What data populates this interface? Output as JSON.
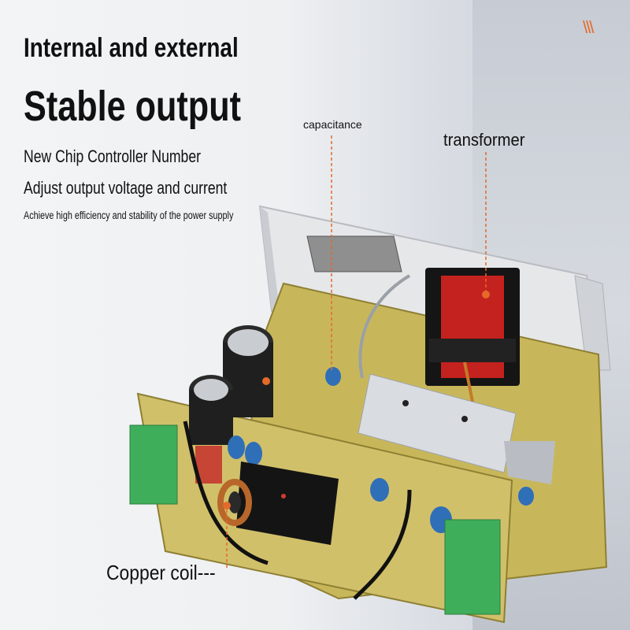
{
  "headline": {
    "line1": "Internal and external",
    "line2": "Stable output"
  },
  "features": [
    "New Chip Controller Number",
    "Adjust output voltage and current",
    "Achieve high efficiency and stability of the power supply"
  ],
  "callouts": {
    "capacitance": "capacitance",
    "transformer": "transformer",
    "copper_coil": "Copper coil---"
  },
  "decor": {
    "slashes": "\\\\\\"
  },
  "colors": {
    "accent": "#e46a2a",
    "pcb": "#c8b75a",
    "terminal_green": "#3fae5a",
    "transformer_red": "#c4221e",
    "capacitor_blue": "#2f6fb8",
    "heatsink": "#d9dce0"
  }
}
